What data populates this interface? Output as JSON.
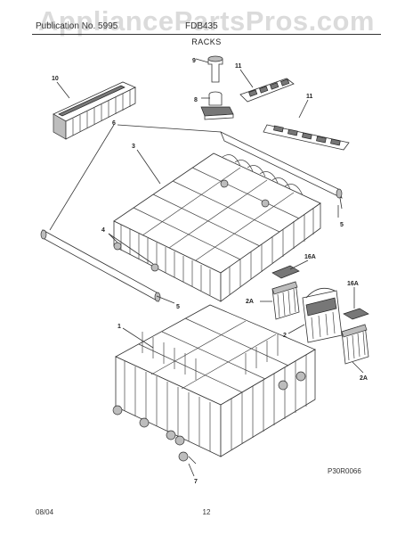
{
  "header": {
    "model_line_left": "Publication No. 5995",
    "model_line_right": "FDB435",
    "section_title": "RACKS"
  },
  "watermark": "AppliancePartsPros.com",
  "footer": {
    "date": "08/04",
    "page_number": "12",
    "drawing_code": "P30R0066"
  },
  "callouts": {
    "c1": "1",
    "c2": "2",
    "c2a_left": "2A",
    "c2a_right": "2A",
    "c3": "3",
    "c4": "4",
    "c5_right": "5",
    "c5_left": "5",
    "c6": "6",
    "c7": "7",
    "c8": "8",
    "c9": "9",
    "c10": "10",
    "c11_top": "11",
    "c11_right": "11",
    "c16a_left": "16A",
    "c16a_right": "16A"
  }
}
